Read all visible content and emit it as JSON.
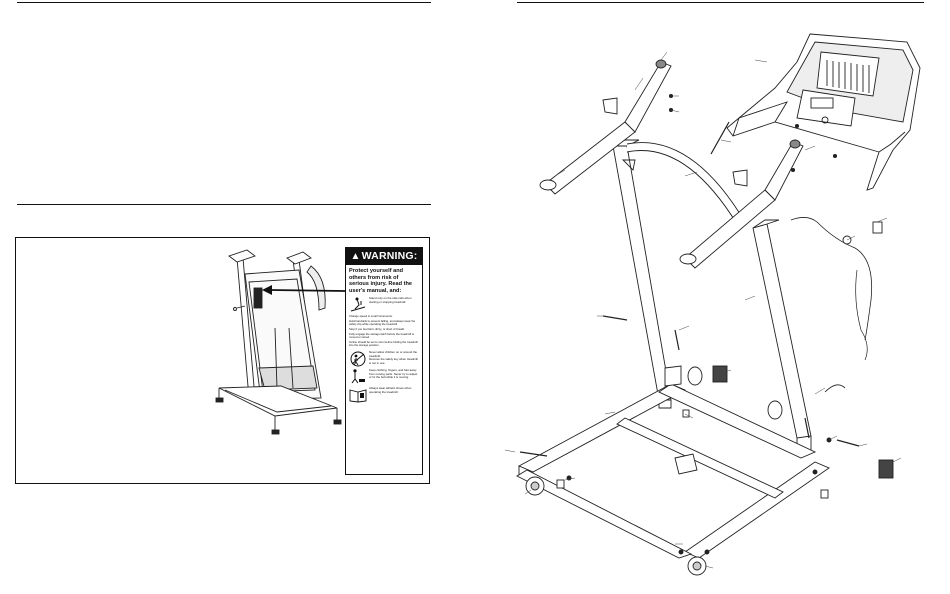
{
  "warning_label": {
    "heading": "WARNING:",
    "intro": "Protect yourself and others from risk of serious injury. Read the user's manual, and:",
    "first_item": "Stand only on the side rails when starting or stopping treadmill.",
    "bullets": [
      "Change speed in small increments.",
      "Hold handrails to prevent falling, and always wear the safety clip while operating the treadmill.",
      "Stop if you feel faint, dizzy, or short of breath.",
      "Fully engage the storage latch before the treadmill is moved or stored.",
      "Incline should be set to zero before folding the treadmill into the storage position."
    ],
    "icon_items": [
      {
        "icon": "child-warning-icon",
        "text": "Never allow children on or around the treadmill."
      },
      {
        "icon": "safety-key-icon",
        "text": "Remove the safety key when treadmill is not in use."
      },
      {
        "icon": "moving-parts-icon",
        "text": "Keep clothing, fingers, and hair away from moving parts. Never try to adjust or fix the belt while it is moving."
      },
      {
        "icon": "manual-book-icon",
        "text": "Always wear athletic shoes when operating the treadmill."
      }
    ]
  }
}
